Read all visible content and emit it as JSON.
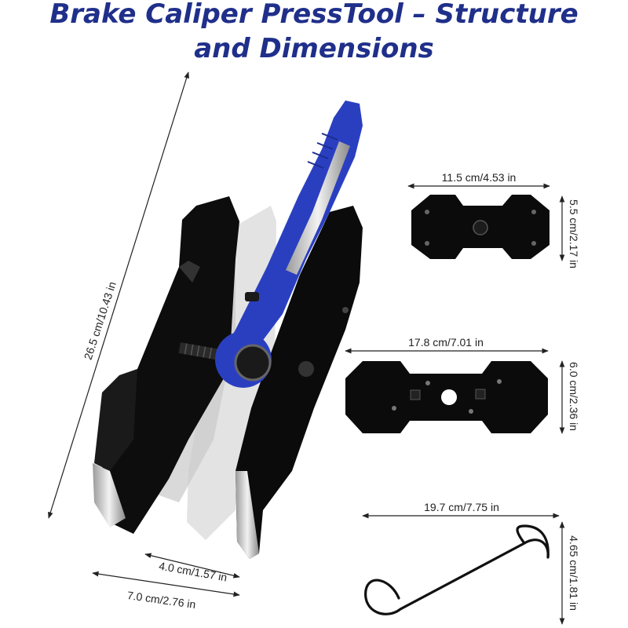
{
  "title": {
    "line1": "Brake Caliper PressTool – Structure",
    "line2": "and Dimensions"
  },
  "dimensions": {
    "tool_length": "26.5 cm/10.43 in",
    "jaw_gap": "4.0 cm/1.57 in",
    "jaw_width": "7.0 cm/2.76 in",
    "small_plate_width": "11.5 cm/4.53 in",
    "small_plate_height": "5.5 cm/2.17 in",
    "large_plate_width": "17.8 cm/7.01 in",
    "large_plate_height": "6.0 cm/2.36 in",
    "hook_width": "19.7 cm/7.75 in",
    "hook_height": "4.65 cm/1.81 in"
  },
  "colors": {
    "title": "#1f2f8a",
    "handle": "#2a3fc0",
    "plate": "#0b0b0b",
    "dimension_line": "#222222"
  }
}
